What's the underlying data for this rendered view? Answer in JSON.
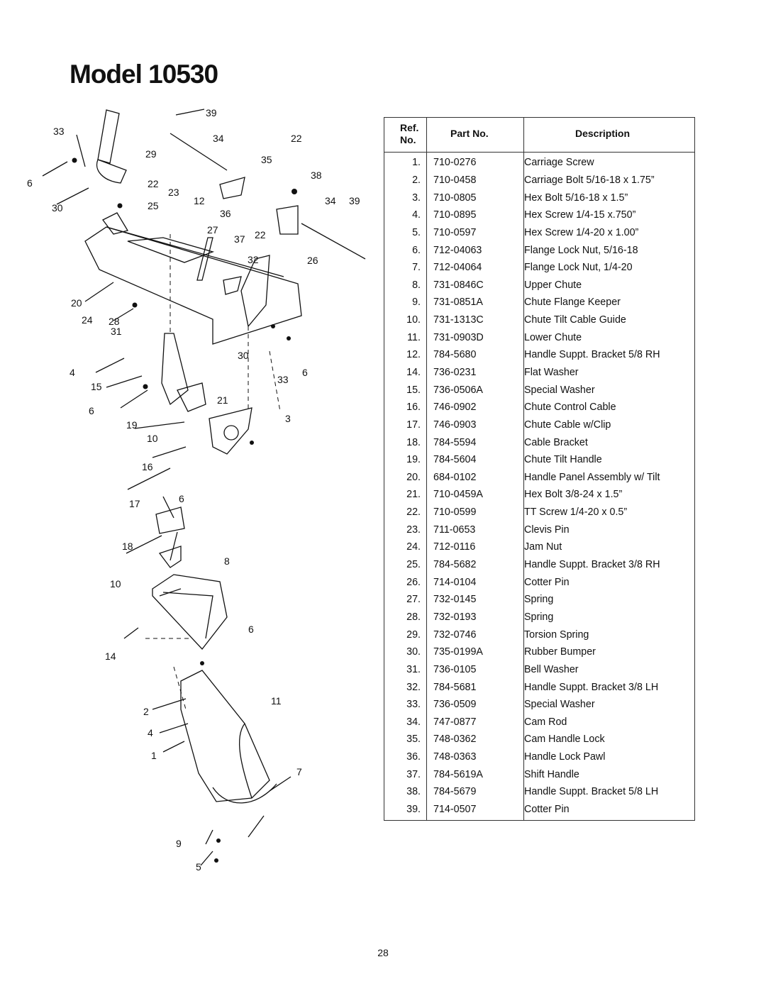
{
  "title": "Model 10530",
  "table": {
    "headers": {
      "ref": "Ref. No.",
      "ref_line1": "Ref.",
      "ref_line2": "No.",
      "part_no": "Part No.",
      "description": "Description"
    },
    "rows": [
      {
        "ref": "1.",
        "part": "710-0276",
        "desc": "Carriage Screw"
      },
      {
        "ref": "2.",
        "part": "710-0458",
        "desc": "Carriage Bolt 5/16-18 x 1.75”"
      },
      {
        "ref": "3.",
        "part": "710-0805",
        "desc": "Hex Bolt 5/16-18 x 1.5”"
      },
      {
        "ref": "4.",
        "part": "710-0895",
        "desc": "Hex Screw 1/4-15 x.750”"
      },
      {
        "ref": "5.",
        "part": "710-0597",
        "desc": "Hex Screw 1/4-20 x 1.00”"
      },
      {
        "ref": "6.",
        "part": "712-04063",
        "desc": "Flange Lock Nut, 5/16-18"
      },
      {
        "ref": "7.",
        "part": "712-04064",
        "desc": "Flange Lock Nut, 1/4-20"
      },
      {
        "ref": "8.",
        "part": "731-0846C",
        "desc": "Upper Chute"
      },
      {
        "ref": "9.",
        "part": "731-0851A",
        "desc": "Chute Flange Keeper"
      },
      {
        "ref": "10.",
        "part": "731-1313C",
        "desc": "Chute Tilt Cable Guide"
      },
      {
        "ref": "11.",
        "part": "731-0903D",
        "desc": "Lower Chute"
      },
      {
        "ref": "12.",
        "part": "784-5680",
        "desc": "Handle Suppt. Bracket 5/8 RH"
      },
      {
        "ref": "14.",
        "part": "736-0231",
        "desc": "Flat Washer"
      },
      {
        "ref": "15.",
        "part": "736-0506A",
        "desc": "Special Washer"
      },
      {
        "ref": "16.",
        "part": "746-0902",
        "desc": "Chute Control Cable"
      },
      {
        "ref": "17.",
        "part": "746-0903",
        "desc": "Chute Cable w/Clip"
      },
      {
        "ref": "18.",
        "part": "784-5594",
        "desc": "Cable Bracket"
      },
      {
        "ref": "19.",
        "part": "784-5604",
        "desc": "Chute Tilt Handle"
      },
      {
        "ref": "20.",
        "part": "684-0102",
        "desc": "Handle Panel Assembly w/ Tilt"
      },
      {
        "ref": "21.",
        "part": "710-0459A",
        "desc": "Hex Bolt 3/8-24 x 1.5”"
      },
      {
        "ref": "22.",
        "part": "710-0599",
        "desc": "TT Screw 1/4-20 x 0.5”"
      },
      {
        "ref": "23.",
        "part": "711-0653",
        "desc": "Clevis Pin"
      },
      {
        "ref": "24.",
        "part": "712-0116",
        "desc": "Jam Nut"
      },
      {
        "ref": "25.",
        "part": "784-5682",
        "desc": "Handle Suppt. Bracket 3/8 RH"
      },
      {
        "ref": "26.",
        "part": "714-0104",
        "desc": "Cotter Pin"
      },
      {
        "ref": "27.",
        "part": "732-0145",
        "desc": "Spring"
      },
      {
        "ref": "28.",
        "part": "732-0193",
        "desc": "Spring"
      },
      {
        "ref": "29.",
        "part": "732-0746",
        "desc": "Torsion Spring"
      },
      {
        "ref": "30.",
        "part": "735-0199A",
        "desc": "Rubber Bumper"
      },
      {
        "ref": "31.",
        "part": "736-0105",
        "desc": "Bell Washer"
      },
      {
        "ref": "32.",
        "part": "784-5681",
        "desc": "Handle Suppt. Bracket 3/8 LH"
      },
      {
        "ref": "33.",
        "part": "736-0509",
        "desc": "Special Washer"
      },
      {
        "ref": "34.",
        "part": "747-0877",
        "desc": "Cam Rod"
      },
      {
        "ref": "35.",
        "part": "748-0362",
        "desc": "Cam Handle Lock"
      },
      {
        "ref": "36.",
        "part": "748-0363",
        "desc": "Handle Lock Pawl"
      },
      {
        "ref": "37.",
        "part": "784-5619A",
        "desc": "Shift Handle"
      },
      {
        "ref": "38.",
        "part": "784-5679",
        "desc": "Handle Suppt. Bracket 5/8 LH"
      },
      {
        "ref": "39.",
        "part": "714-0507",
        "desc": "Cotter Pin"
      }
    ]
  },
  "diagram": {
    "callouts": [
      "39",
      "33",
      "34",
      "22",
      "29",
      "35",
      "6",
      "22",
      "38",
      "23",
      "12",
      "34",
      "39",
      "30",
      "25",
      "36",
      "27",
      "37",
      "22",
      "32",
      "26",
      "20",
      "24",
      "28",
      "31",
      "30",
      "4",
      "33",
      "6",
      "15",
      "21",
      "6",
      "3",
      "19",
      "10",
      "16",
      "17",
      "6",
      "18",
      "8",
      "10",
      "6",
      "14",
      "11",
      "2",
      "4",
      "1",
      "7",
      "9",
      "5"
    ]
  },
  "page_number": "28"
}
